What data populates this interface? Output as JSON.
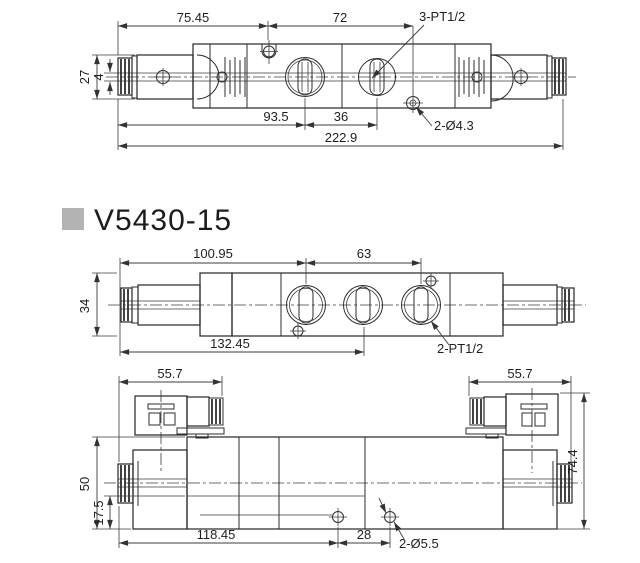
{
  "part": {
    "series": "V5430-15"
  },
  "colors": {
    "line": "#2d2d2d",
    "dim_line": "#3c3c3c",
    "text": "#1f1f1f",
    "bullet": "#b3b3b3",
    "background": "#ffffff"
  },
  "top_view": {
    "dims": {
      "left_to_mount_hole": "75.45",
      "mount_hole_spacing": "72",
      "solenoid_height": "27",
      "armature_width": "4",
      "left_to_port1": "93.5",
      "port_spacing": "36",
      "overall_length": "222.9"
    },
    "labels": {
      "ports": "3-PT1/2",
      "mount_holes": "2-Ø4.3"
    }
  },
  "middle_view": {
    "dims": {
      "left_to_port1": "100.95",
      "outer_port_spacing": "63",
      "body_height": "34",
      "left_to_port2": "132.45"
    },
    "labels": {
      "ports": "2-PT1/2"
    }
  },
  "bottom_view": {
    "dims": {
      "connector_width_left": "55.7",
      "connector_width_right": "55.7",
      "body_height": "50",
      "port_line_offset": "17.5",
      "overall_height": "74.4",
      "left_to_hole1": "118.45",
      "hole_spacing": "28"
    },
    "labels": {
      "mount_holes": "2-Ø5.5"
    }
  }
}
